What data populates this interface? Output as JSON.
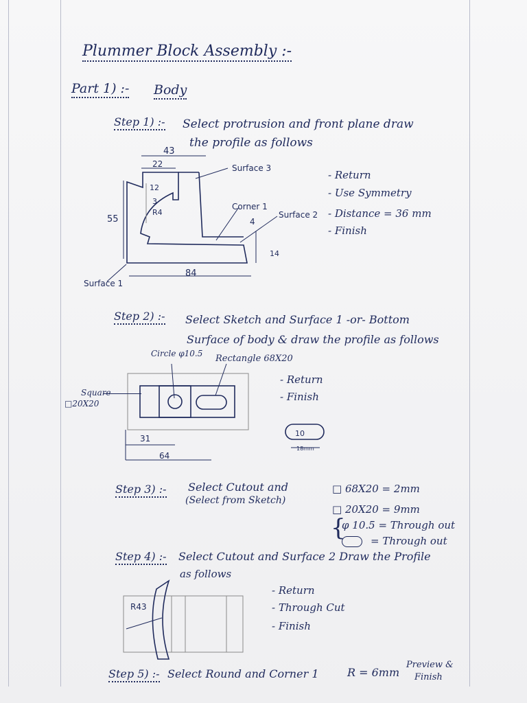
{
  "title": "Plummer Block Assembly :-",
  "part": {
    "label": "Part 1) :-",
    "name": "Body"
  },
  "step1": {
    "label": "Step 1) :-",
    "text_line1": "Select protrusion and front plane draw",
    "text_line2": "the profile as follows",
    "dims": {
      "d43": "43",
      "d22": "22",
      "d12": "12",
      "d3": "3",
      "r4": "R4",
      "d55": "55",
      "d4": "4",
      "d14": "14",
      "d84": "84"
    },
    "labels": {
      "surface3": "Surface 3",
      "corner1": "Corner 1",
      "surface2": "Surface 2",
      "surface1": "Surface 1"
    },
    "notes": [
      "- Return",
      "- Use Symmetry",
      "- Distance = 36 mm",
      "- Finish"
    ]
  },
  "step2": {
    "label": "Step 2) :-",
    "text_line1": "Select Sketch and Surface 1 -or- Bottom",
    "text_line2": "Surface of body & draw the profile as follows",
    "circle_label": "Circle φ10.5",
    "rect_label": "Rectangle 68X20",
    "square_label": "Square",
    "square_dim": "□20X20",
    "dims": {
      "d31": "31",
      "d64": "64",
      "d10": "10",
      "d18": "18mm"
    },
    "notes": [
      "- Return",
      "- Finish"
    ]
  },
  "step3": {
    "label": "Step 3) :-",
    "text_line1": "Select Cutout and",
    "text_line2": "(Select from Sketch)",
    "items": [
      "□ 68X20 = 2mm",
      "□ 20X20 = 9mm",
      "φ 10.5 = Through out",
      "= Through out"
    ]
  },
  "step4": {
    "label": "Step 4) :-",
    "text_line1": "Select Cutout and Surface 2 Draw the Profile",
    "text_line2": "as follows",
    "dim": "R43",
    "notes": [
      "- Return",
      "- Through Cut",
      "- Finish"
    ]
  },
  "step5": {
    "label": "Step 5) :-",
    "text": "Select Round and Corner 1",
    "value": "R = 6mm",
    "action1": "Preview &",
    "action2": "Finish"
  }
}
